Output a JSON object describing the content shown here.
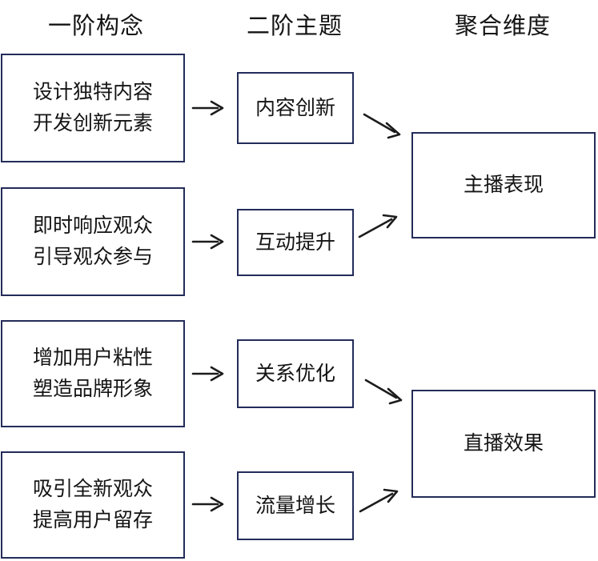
{
  "diagram": {
    "headers": [
      "一阶构念",
      "二阶主题",
      "聚合维度"
    ],
    "first_order_boxes": [
      {
        "line1": "设计独特内容",
        "line2": "开发创新元素"
      },
      {
        "line1": "即时响应观众",
        "line2": "引导观众参与"
      },
      {
        "line1": "增加用户粘性",
        "line2": "塑造品牌形象"
      },
      {
        "line1": "吸引全新观众",
        "line2": "提高用户留存"
      }
    ],
    "second_order_boxes": [
      {
        "label": "内容创新"
      },
      {
        "label": "互动提升"
      },
      {
        "label": "关系优化"
      },
      {
        "label": "流量增长"
      }
    ],
    "aggregate_boxes": [
      {
        "label": "主播表现"
      },
      {
        "label": "直播效果"
      }
    ],
    "colors": {
      "box_border": "#232c59",
      "arrow": "#1c1c1c",
      "text": "#141414",
      "background": "#ffffff"
    }
  }
}
